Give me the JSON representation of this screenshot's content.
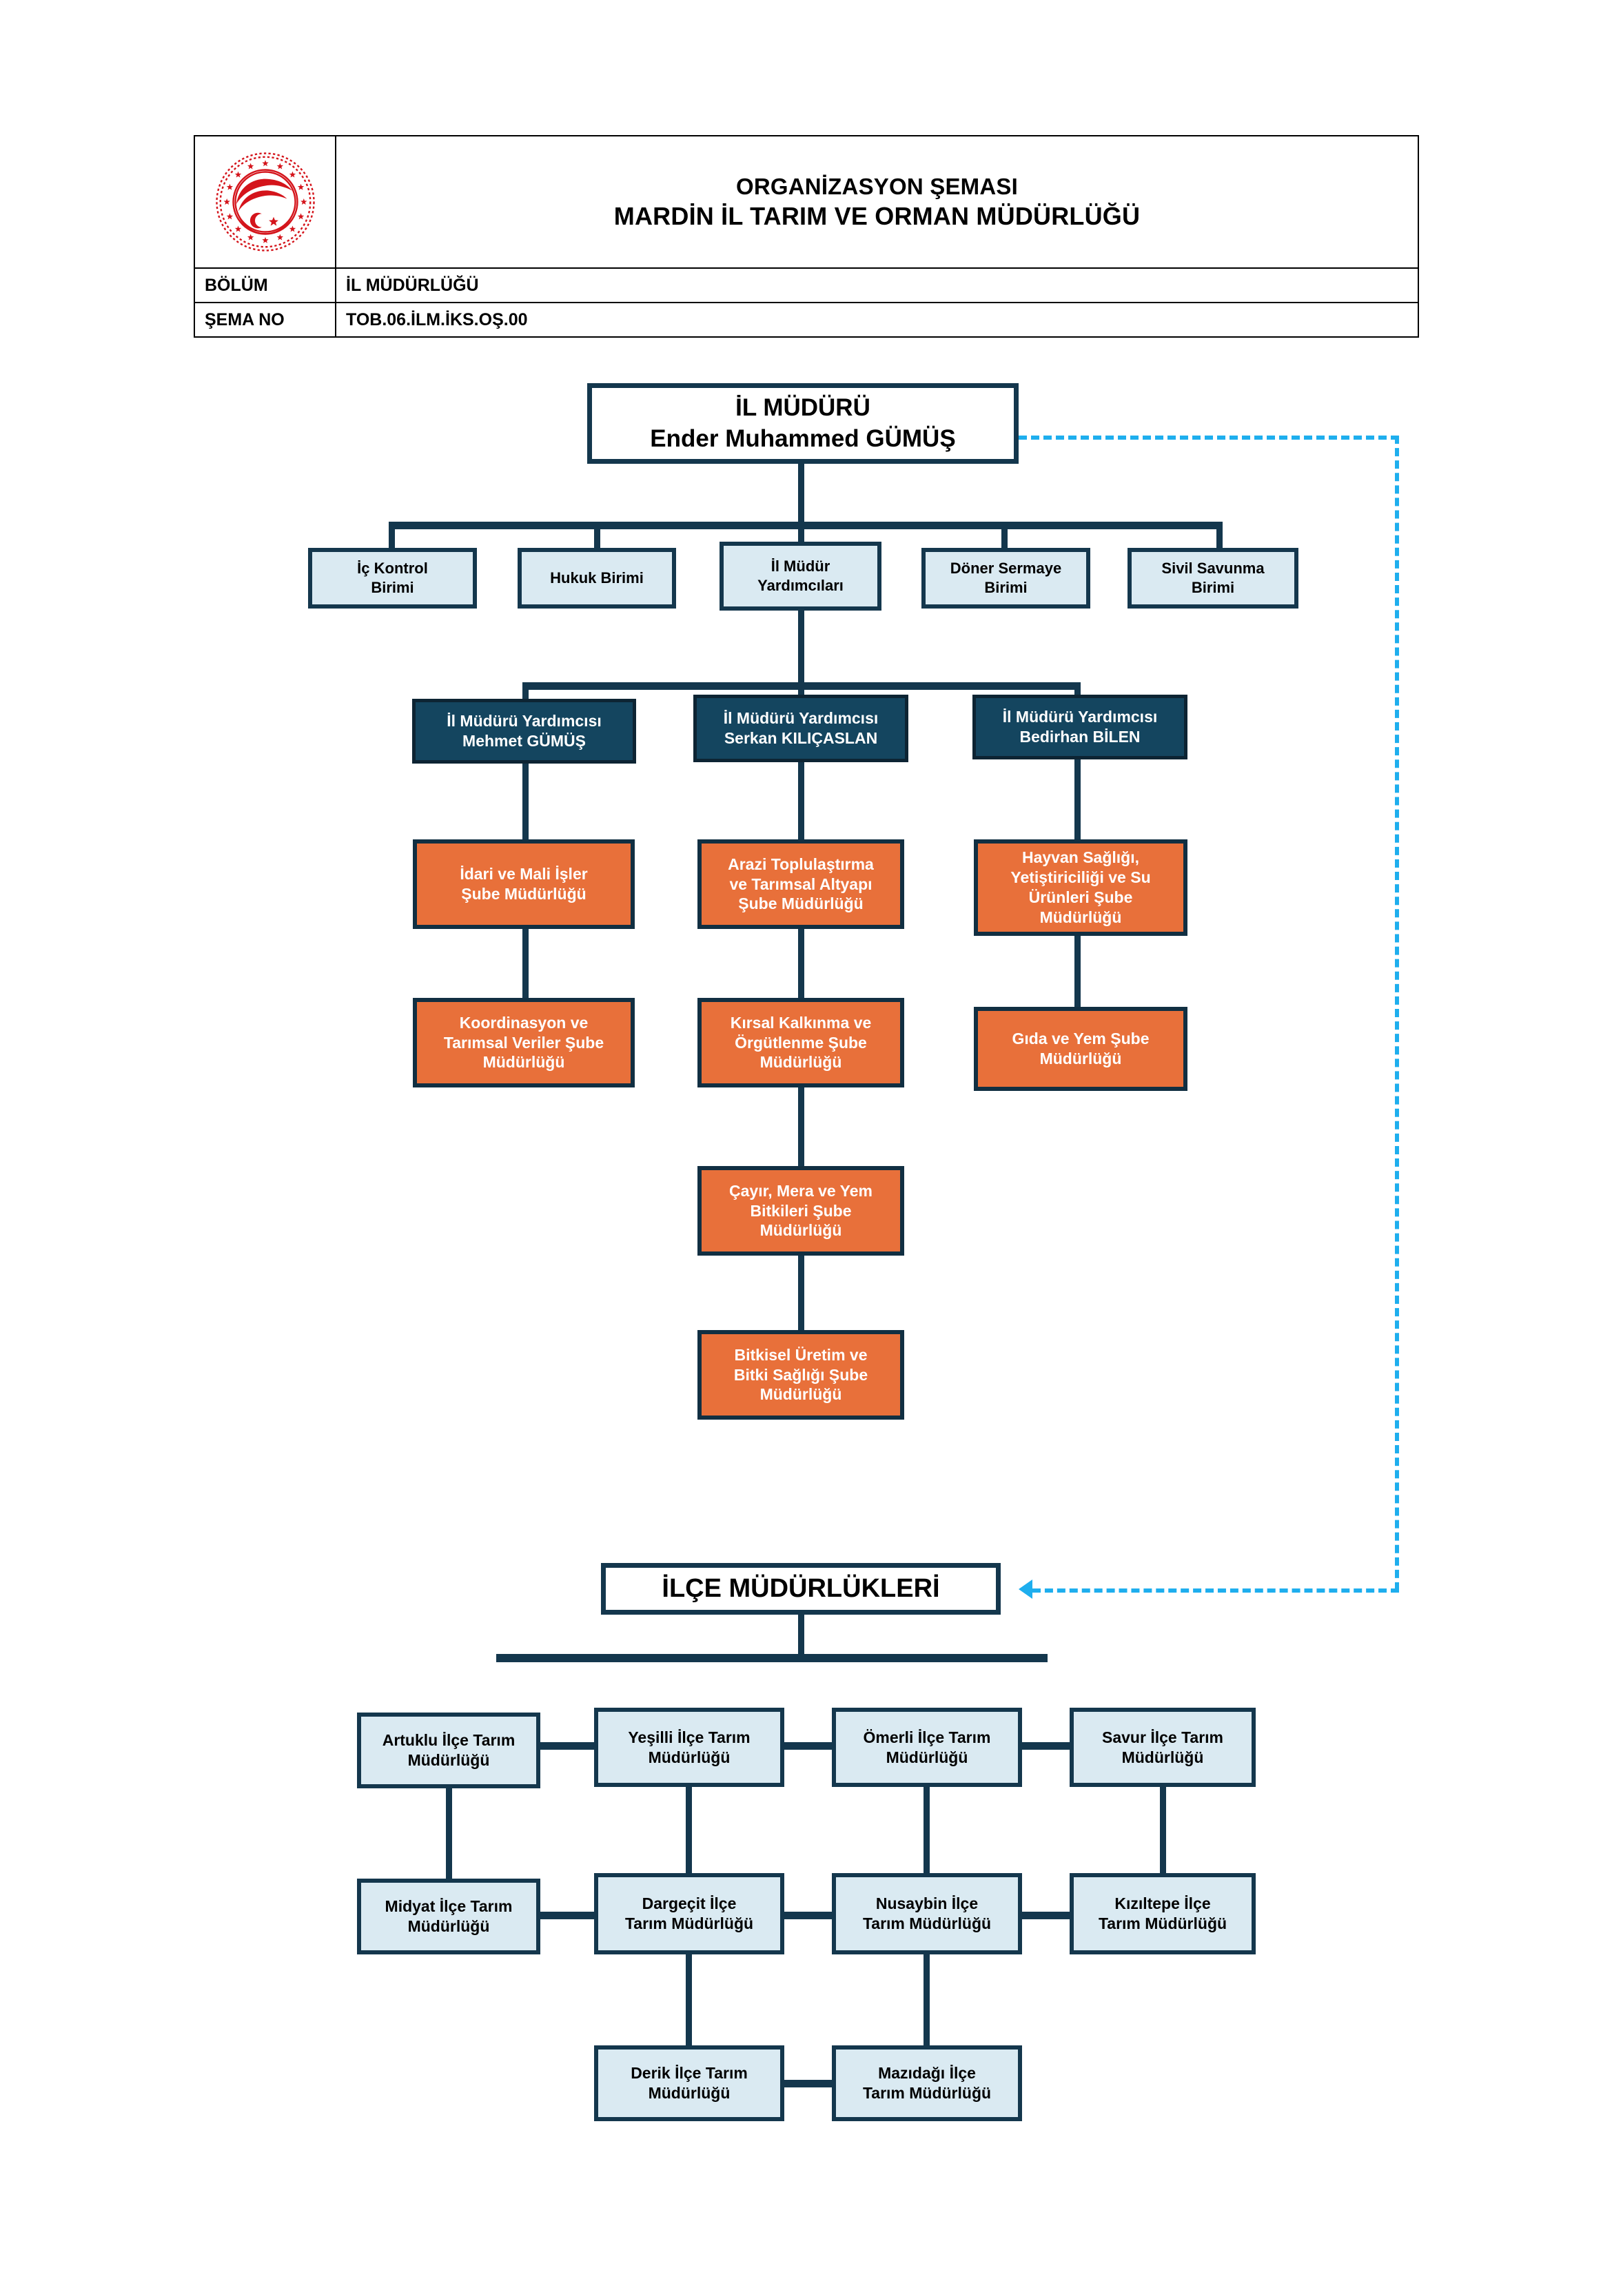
{
  "document": {
    "title_line1": "ORGANİZASYON ŞEMASI",
    "title_line2": "MARDİN İL TARIM VE ORMAN MÜDÜRLÜĞÜ",
    "logo_alt": "ministry-seal",
    "meta_rows": [
      {
        "label": "BÖLÜM",
        "value": "İL MÜDÜRLÜĞÜ"
      },
      {
        "label": "ŞEMA NO",
        "value": "TOB.06.İLM.İKS.OŞ.00"
      }
    ]
  },
  "colors": {
    "navy": "#14374d",
    "navy_dark": "#0d2433",
    "navy_fill": "#14455f",
    "light_blue": "#daeaf2",
    "orange": "#e8703a",
    "cyan": "#1eaeee",
    "seal_red": "#d4141b"
  },
  "director": {
    "title": "İL MÜDÜRÜ",
    "name": "Ender Muhammed GÜMÜŞ"
  },
  "units": [
    {
      "line1": "İç Kontrol",
      "line2": "Birimi"
    },
    {
      "line1": "Hukuk Birimi",
      "line2": ""
    },
    {
      "line1": "İl Müdür",
      "line2": "Yardımcıları"
    },
    {
      "line1": "Döner Sermaye",
      "line2": "Birimi"
    },
    {
      "line1": "Sivil Savunma",
      "line2": "Birimi"
    }
  ],
  "deputies": [
    {
      "title": "İl Müdürü Yardımcısı",
      "name": "Mehmet GÜMÜŞ"
    },
    {
      "title": "İl Müdürü Yardımcısı",
      "name": "Serkan KILIÇASLAN"
    },
    {
      "title": "İl Müdürü Yardımcısı",
      "name": "Bedirhan BİLEN"
    }
  ],
  "departments": {
    "column1": [
      "İdari ve Mali İşler\nŞube Müdürlüğü",
      "Koordinasyon ve\nTarımsal Veriler Şube\nMüdürlüğü"
    ],
    "column2": [
      "Arazi Toplulaştırma\nve Tarımsal Altyapı\nŞube Müdürlüğü",
      "Kırsal Kalkınma ve\nÖrgütlenme Şube\nMüdürlüğü",
      "Çayır, Mera ve Yem\nBitkileri Şube\nMüdürlüğü",
      "Bitkisel Üretim ve\nBitki Sağlığı Şube\nMüdürlüğü"
    ],
    "column3": [
      "Hayvan Sağlığı,\nYetiştiriciliği ve Su\nÜrünleri Şube\nMüdürlüğü",
      "Gıda ve Yem Şube\nMüdürlüğü"
    ]
  },
  "districts": {
    "header": "İLÇE MÜDÜRLÜKLERİ",
    "row1": [
      "Artuklu İlçe Tarım\nMüdürlüğü",
      "Yeşilli İlçe Tarım\nMüdürlüğü",
      "Ömerli İlçe Tarım\nMüdürlüğü",
      "Savur İlçe Tarım\nMüdürlüğü"
    ],
    "row2": [
      "Midyat İlçe Tarım\nMüdürlüğü",
      "Dargeçit İlçe\nTarım Müdürlüğü",
      "Nusaybin İlçe\nTarım Müdürlüğü",
      "Kızıltepe İlçe\nTarım Müdürlüğü"
    ],
    "row3": [
      "Derik İlçe Tarım\nMüdürlüğü",
      "Mazıdağı İlçe\nTarım Müdürlüğü"
    ]
  }
}
